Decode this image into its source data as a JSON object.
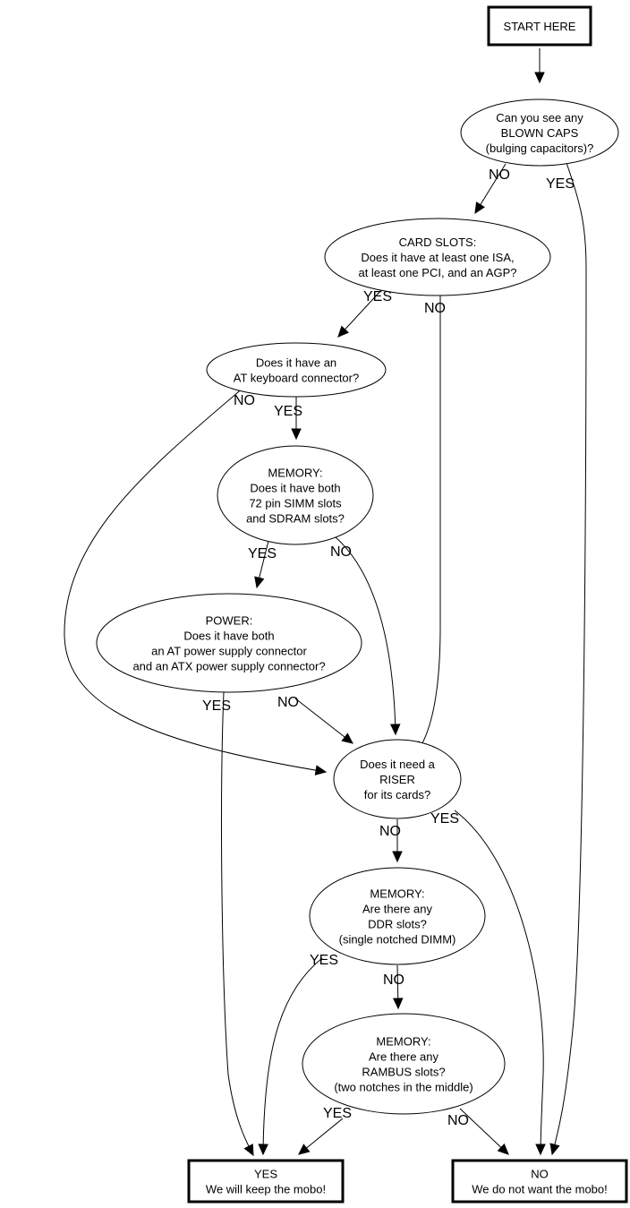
{
  "diagram": {
    "type": "flowchart",
    "nodes": {
      "start": {
        "shape": "box",
        "lines": [
          "START HERE"
        ]
      },
      "blown_caps": {
        "shape": "ellipse",
        "lines": [
          "Can you see any",
          "BLOWN CAPS",
          "(bulging capacitors)?"
        ]
      },
      "card_slots": {
        "shape": "ellipse",
        "lines": [
          "CARD SLOTS:",
          "Does it have at least one ISA,",
          "at least one PCI, and an AGP?"
        ]
      },
      "at_keyboard": {
        "shape": "ellipse",
        "lines": [
          "Does it have an",
          "AT keyboard connector?"
        ]
      },
      "memory_simm": {
        "shape": "ellipse",
        "lines": [
          "MEMORY:",
          "Does it have both",
          "72 pin SIMM slots",
          "and SDRAM slots?"
        ]
      },
      "power": {
        "shape": "ellipse",
        "lines": [
          "POWER:",
          "Does it have both",
          "an AT power supply connector",
          "and an ATX power supply connector?"
        ]
      },
      "riser": {
        "shape": "ellipse",
        "lines": [
          "Does it need a",
          "RISER",
          "for its cards?"
        ]
      },
      "memory_ddr": {
        "shape": "ellipse",
        "lines": [
          "MEMORY:",
          "Are there any",
          "DDR slots?",
          "(single notched DIMM)"
        ]
      },
      "memory_rambus": {
        "shape": "ellipse",
        "lines": [
          "MEMORY:",
          "Are there any",
          "RAMBUS slots?",
          "(two notches in the middle)"
        ]
      },
      "keep": {
        "shape": "box",
        "lines": [
          "YES",
          "We will keep the mobo!"
        ]
      },
      "reject": {
        "shape": "box",
        "lines": [
          "NO",
          "We do not want the mobo!"
        ]
      }
    },
    "edges": [
      {
        "from": "start",
        "to": "blown_caps",
        "label": ""
      },
      {
        "from": "blown_caps",
        "to": "card_slots",
        "label": "NO"
      },
      {
        "from": "blown_caps",
        "to": "reject",
        "label": "YES"
      },
      {
        "from": "card_slots",
        "to": "at_keyboard",
        "label": "YES"
      },
      {
        "from": "card_slots",
        "to": "riser",
        "label": "NO"
      },
      {
        "from": "at_keyboard",
        "to": "riser",
        "label": "NO"
      },
      {
        "from": "at_keyboard",
        "to": "memory_simm",
        "label": "YES"
      },
      {
        "from": "memory_simm",
        "to": "power",
        "label": "YES"
      },
      {
        "from": "memory_simm",
        "to": "riser",
        "label": "NO"
      },
      {
        "from": "power",
        "to": "keep",
        "label": "YES"
      },
      {
        "from": "power",
        "to": "riser",
        "label": "NO"
      },
      {
        "from": "riser",
        "to": "memory_ddr",
        "label": "NO"
      },
      {
        "from": "riser",
        "to": "reject",
        "label": "YES"
      },
      {
        "from": "memory_ddr",
        "to": "keep",
        "label": "YES"
      },
      {
        "from": "memory_ddr",
        "to": "memory_rambus",
        "label": "NO"
      },
      {
        "from": "memory_rambus",
        "to": "keep",
        "label": "YES"
      },
      {
        "from": "memory_rambus",
        "to": "reject",
        "label": "NO"
      }
    ]
  }
}
